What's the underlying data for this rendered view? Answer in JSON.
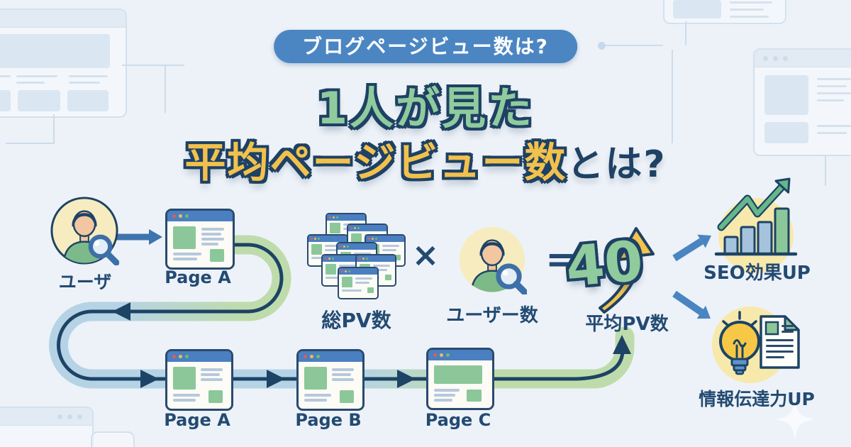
{
  "page": {
    "background": "#edf2f8",
    "accent_navy": "#1e4164",
    "accent_green": "#8fcb9d",
    "accent_yellow": "#f2c14d",
    "accent_blue": "#4b86c3"
  },
  "badge": {
    "label": "ブログページビュー数は?"
  },
  "title": {
    "line1": "1人が見た",
    "line2_highlight": "平均ページビュー数",
    "line2_suffix": "とは?"
  },
  "flow": {
    "user_label": "ユーザ",
    "page_a_top_label": "Page A",
    "bottom_pages": [
      {
        "label": "Page A"
      },
      {
        "label": "Page B"
      },
      {
        "label": "Page C"
      }
    ]
  },
  "formula": {
    "total_pv_label": "総PV数",
    "multiply_sign": "×",
    "users_label": "ユーザー数",
    "equals_sign": "=",
    "average_value": "40",
    "average_label": "平均PV数"
  },
  "results": [
    {
      "label": "SEO効果UP",
      "icon": "bar-chart-growth-icon"
    },
    {
      "label": "情報伝達力UP",
      "icon": "lightbulb-document-icon"
    }
  ],
  "icons": {
    "user": "person-magnifier-icon",
    "pages": "browser-window-icon",
    "total_pv": "browser-stack-icon",
    "average": "curved-up-arrow-icon"
  }
}
